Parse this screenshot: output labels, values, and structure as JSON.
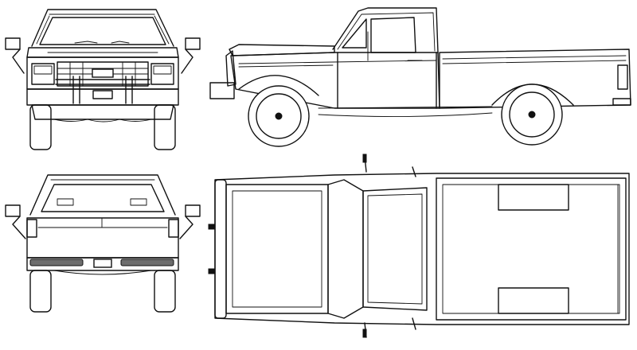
{
  "views": [
    {
      "key": "front",
      "label": ""
    },
    {
      "key": "side",
      "label": ""
    },
    {
      "key": "rear",
      "label": ""
    },
    {
      "key": "top",
      "label": ""
    }
  ],
  "colors": {
    "background": "#ffffff",
    "line": "#111111",
    "bumper_strip": "#6d6d6d"
  }
}
